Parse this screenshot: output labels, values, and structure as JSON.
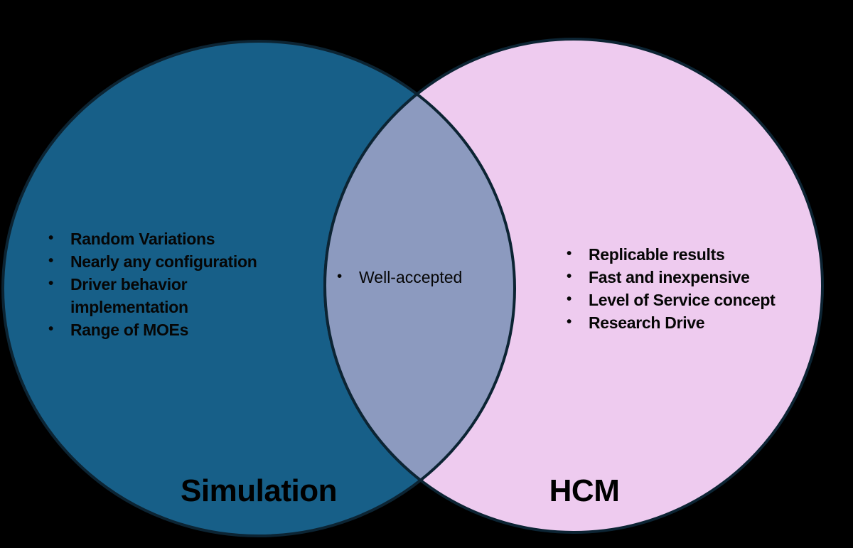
{
  "diagram": {
    "type": "venn",
    "bullet_glyph": "•",
    "left": {
      "label": "Simulation",
      "items": [
        "Random Variations",
        "Nearly any configuration",
        "Driver behavior implementation",
        "Range of MOEs"
      ]
    },
    "right": {
      "label": "HCM",
      "items": [
        "Replicable results",
        "Fast and inexpensive",
        "Level of Service concept",
        "Research Drive"
      ]
    },
    "overlap": {
      "items": [
        "Well-accepted"
      ]
    },
    "colors": {
      "background": "#000000",
      "left_circle": "#175F88",
      "right_circle": "#EECBEF",
      "overlap": "#8C9ABF",
      "outline": "#0C2433",
      "text": "#060606"
    }
  }
}
